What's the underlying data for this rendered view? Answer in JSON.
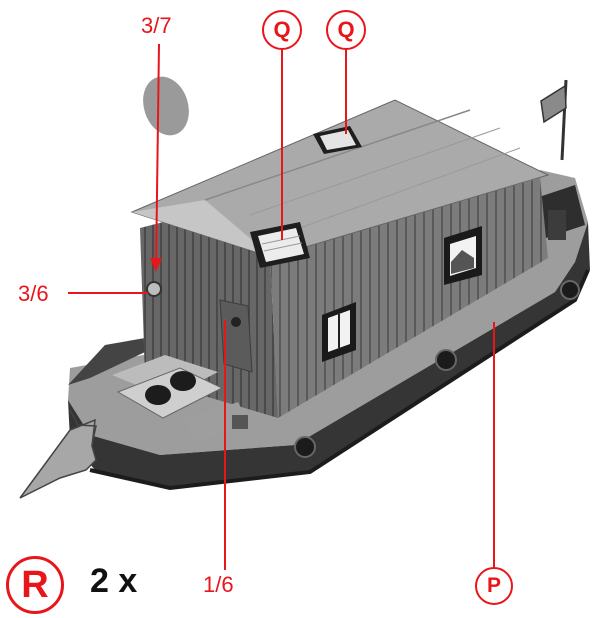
{
  "labels": {
    "part_3_7": "3/7",
    "part_3_6": "3/6",
    "part_1_6": "1/6",
    "roof_hatch_front": "Q",
    "roof_hatch_rear": "Q",
    "hull_part": "P",
    "step_marker": "R",
    "quantity": "2 x"
  },
  "colors": {
    "callout": "#e8161b",
    "model_dark": "#2d2d2d",
    "model_mid": "#7a7a7a",
    "model_light": "#b9b9b9"
  }
}
